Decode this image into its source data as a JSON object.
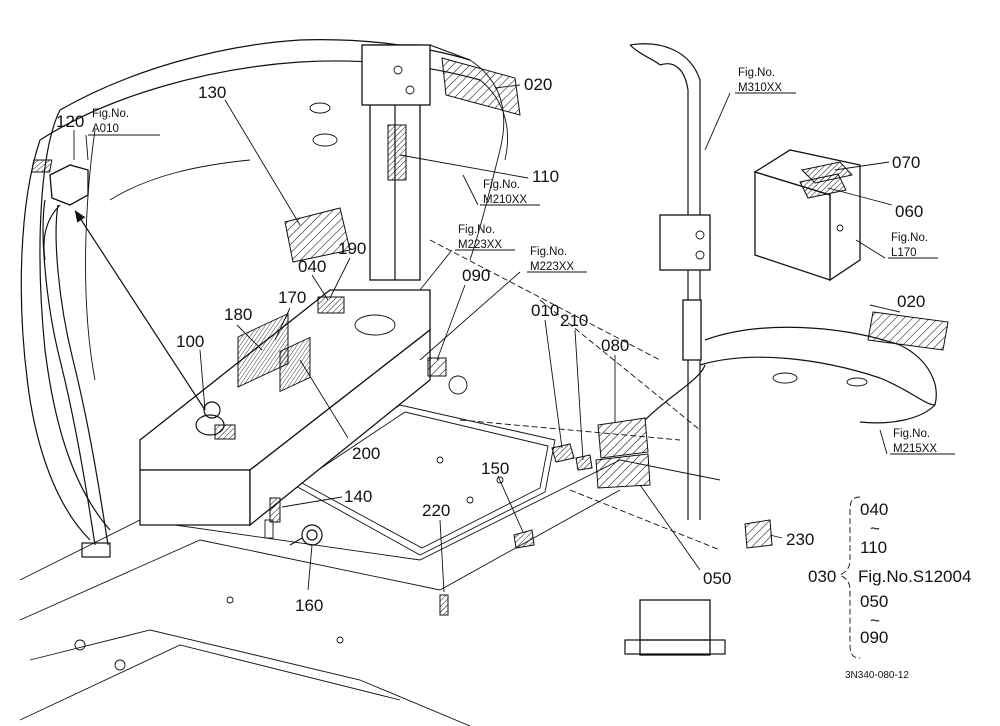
{
  "callouts": [
    {
      "id": "c120",
      "text": "120"
    },
    {
      "id": "c130",
      "text": "130"
    },
    {
      "id": "c020a",
      "text": "020"
    },
    {
      "id": "c110",
      "text": "110"
    },
    {
      "id": "c190",
      "text": "190"
    },
    {
      "id": "c040",
      "text": "040"
    },
    {
      "id": "c180",
      "text": "180"
    },
    {
      "id": "c170",
      "text": "170"
    },
    {
      "id": "c090",
      "text": "090"
    },
    {
      "id": "c010",
      "text": "010"
    },
    {
      "id": "c210",
      "text": "210"
    },
    {
      "id": "c080",
      "text": "080"
    },
    {
      "id": "c100",
      "text": "100"
    },
    {
      "id": "c200",
      "text": "200"
    },
    {
      "id": "c140",
      "text": "140"
    },
    {
      "id": "c150",
      "text": "150"
    },
    {
      "id": "c220",
      "text": "220"
    },
    {
      "id": "c160",
      "text": "160"
    },
    {
      "id": "c050",
      "text": "050"
    },
    {
      "id": "c230",
      "text": "230"
    },
    {
      "id": "c070",
      "text": "070"
    },
    {
      "id": "c060",
      "text": "060"
    },
    {
      "id": "c020b",
      "text": "020"
    }
  ],
  "fig_refs": [
    {
      "id": "fA010",
      "line1": "Fig.No.",
      "line2": "A010"
    },
    {
      "id": "fM210",
      "line1": "Fig.No.",
      "line2": "M210XX"
    },
    {
      "id": "fM223a",
      "line1": "Fig.No.",
      "line2": "M223XX"
    },
    {
      "id": "fM223b",
      "line1": "Fig.No.",
      "line2": "M223XX"
    },
    {
      "id": "fM310",
      "line1": "Fig.No.",
      "line2": "M310XX"
    },
    {
      "id": "fL170",
      "line1": "Fig.No.",
      "line2": "L170"
    },
    {
      "id": "fM215",
      "line1": "Fig.No.",
      "line2": "M215XX"
    }
  ],
  "group_bracket": {
    "label": "030",
    "range1_start": "040",
    "range1_tilde": "~",
    "range1_end": "110",
    "fig": "Fig.No.S12004",
    "range2_start": "050",
    "range2_tilde": "~",
    "range2_end": "090"
  },
  "drawing_code": "3N340-080-12"
}
